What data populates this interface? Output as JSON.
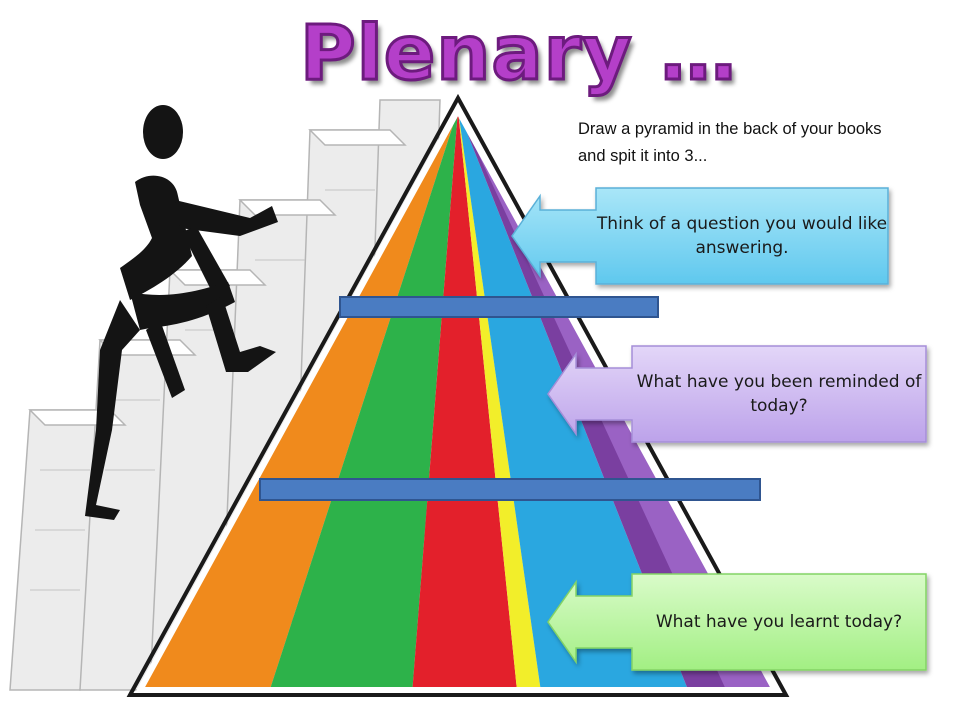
{
  "slide": {
    "title": "Plenary …",
    "instruction": "Draw a pyramid in the back of your books and spit it into 3...",
    "callouts": [
      {
        "text": "Think of a question you would like answering.",
        "color": "#6fd3f2"
      },
      {
        "text": "What have you been reminded of today?",
        "color": "#c8b2ee"
      },
      {
        "text": "What have you learnt today?",
        "color": "#b3f59a"
      }
    ]
  },
  "colors": {
    "title": "#b43fc9",
    "pyramid_stripes": [
      "#f08a1c",
      "#2db24a",
      "#e3202b",
      "#f2ee2a",
      "#2aa7e0",
      "#7a3fa0"
    ],
    "divider_bar": "#4a7cc2",
    "stairs": "#e8e8e8"
  },
  "icons": [
    "stick-figure-climbing-icon",
    "staircase-icon",
    "food-pyramid-icon"
  ]
}
